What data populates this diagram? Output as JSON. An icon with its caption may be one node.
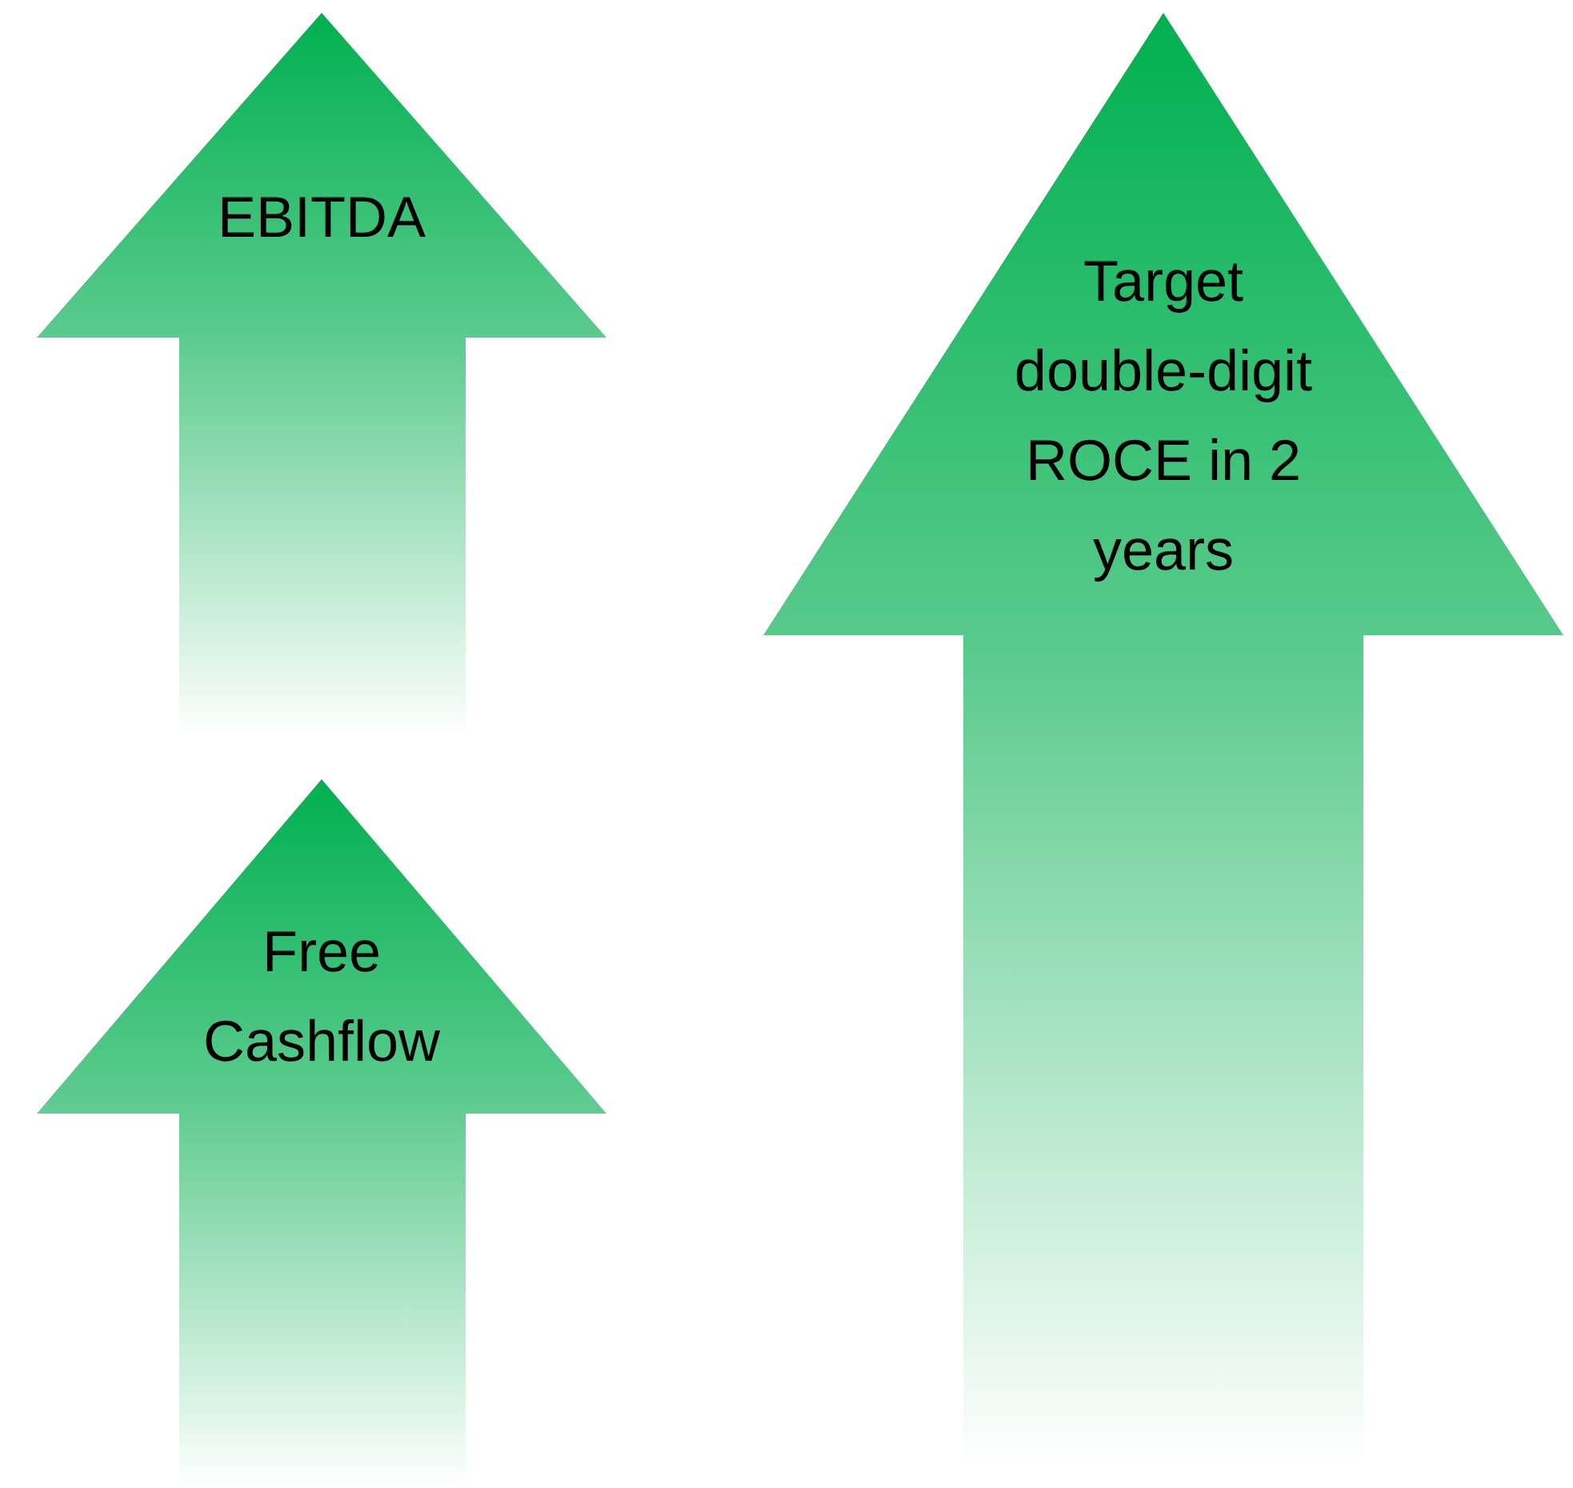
{
  "diagram": {
    "nodes": [
      {
        "text": [
          "EBITDA"
        ]
      },
      {
        "text": [
          "Free Cashflow"
        ]
      },
      {
        "text": [
          "Target double-digit ROCE in 2 years"
        ]
      }
    ]
  }
}
